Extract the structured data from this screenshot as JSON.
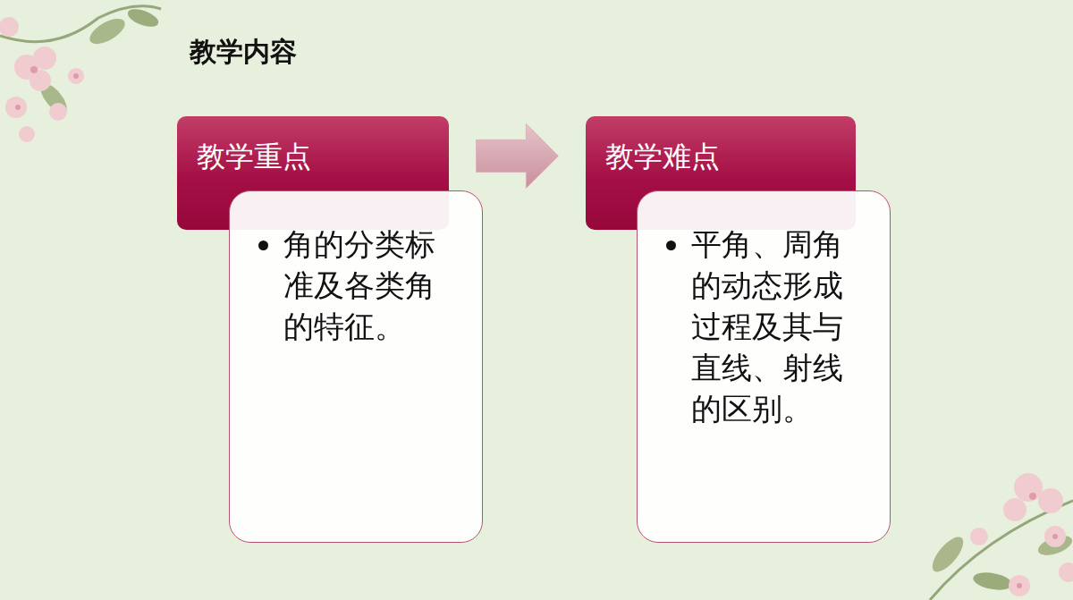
{
  "diagram": {
    "title": "教学内容",
    "nodes": [
      {
        "text": [
          "教学重点"
        ]
      },
      {
        "text": [
          "角的分类标准及各类角的特征。"
        ]
      },
      {
        "text": [
          "教学难点"
        ]
      },
      {
        "text": [
          "平角、周角的动态形成过程及其与直线、射线的区别。"
        ]
      }
    ],
    "edges": [
      {
        "from": 0,
        "to": 2,
        "arrow": "to"
      }
    ]
  }
}
